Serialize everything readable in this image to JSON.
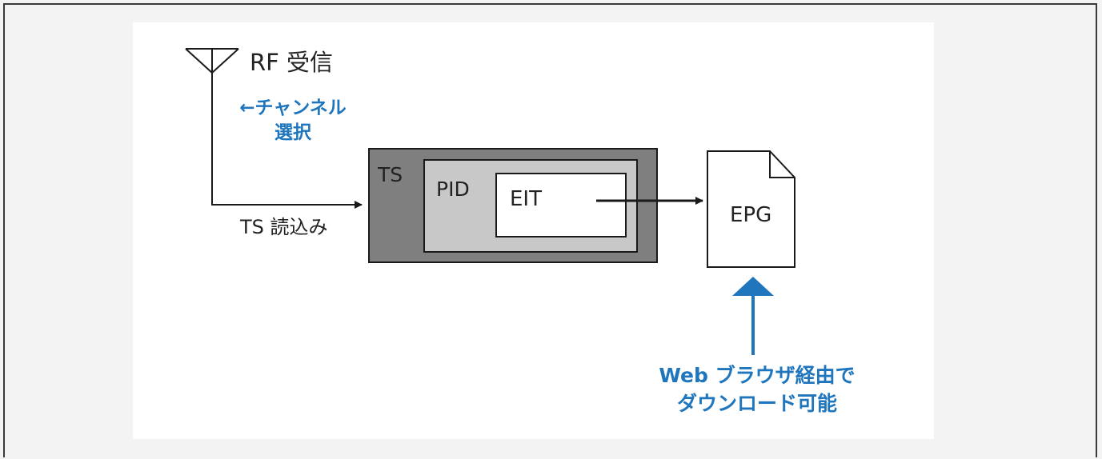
{
  "diagram": {
    "labels": {
      "rf_receive": "RF 受信",
      "channel_select_line1": "←チャンネル",
      "channel_select_line2": "選択",
      "ts_read": "TS 読込み",
      "ts": "TS",
      "pid": "PID",
      "eit": "EIT",
      "epg": "EPG",
      "web_download_line1": "Web ブラウザ経由で",
      "web_download_line2": "ダウンロード可能"
    },
    "colors": {
      "ts_box": "#7f7f7f",
      "pid_box": "#c8c8c8",
      "eit_box": "#ffffff",
      "accent_blue": "#1f76bd",
      "line": "#1a1a1a"
    }
  }
}
